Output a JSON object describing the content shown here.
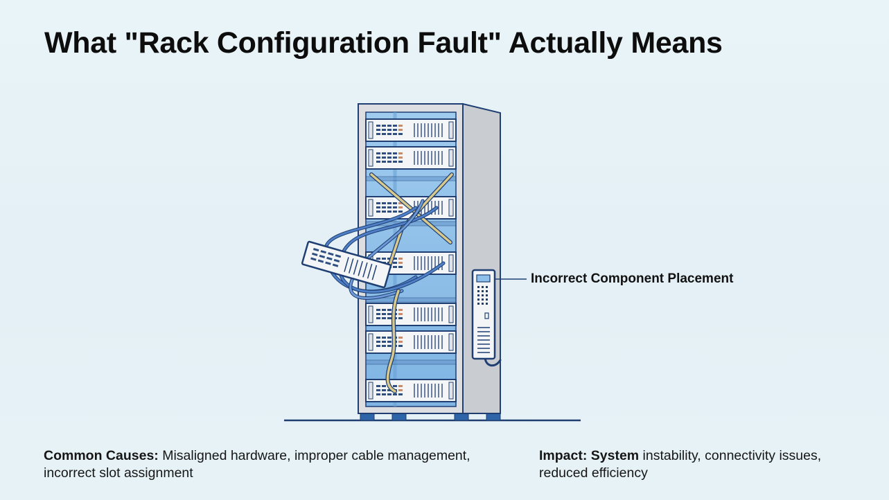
{
  "title": "What \"Rack Configuration Fault\" Actually Means",
  "callout": {
    "label": "Incorrect Component Placement"
  },
  "captions": {
    "causes": {
      "heading": "Common Causes:",
      "text": " Misaligned hardware, improper cable management, incorrect slot assignment"
    },
    "impact": {
      "heading": "Impact: System",
      "text": " instability, connectivity issues, reduced efficiency"
    }
  },
  "illustration": {
    "subject": "server-rack",
    "rack_units_installed": 7,
    "dislodged_units": 1,
    "side_mounted_device": "pdu-panel",
    "colors": {
      "outline": "#1f3f73",
      "rack_frame": "#d8dadd",
      "rack_side": "#c6c9cd",
      "rack_interior": "#8ec0ea",
      "server_face": "#f3f5f7",
      "cable_blue": "#3f6fb8",
      "cable_yellow": "#d9c98a",
      "floor_line": "#1f3f73"
    }
  }
}
